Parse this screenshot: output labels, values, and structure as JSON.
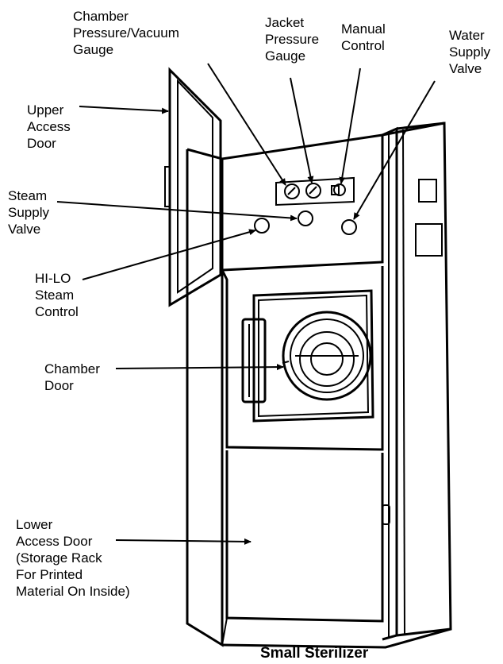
{
  "caption": "Small Sterilizer",
  "labels": {
    "chamber_gauge": [
      "Chamber",
      "Pressure/Vacuum",
      "Gauge"
    ],
    "jacket_gauge": [
      "Jacket",
      "Pressure",
      "Gauge"
    ],
    "manual_control": [
      "Manual",
      "Control"
    ],
    "water_valve": [
      "Water",
      "Supply",
      "Valve"
    ],
    "upper_door": [
      "Upper",
      "Access",
      "Door"
    ],
    "steam_valve": [
      "Steam",
      "Supply",
      "Valve"
    ],
    "hilo_control": [
      "HI-LO",
      "Steam",
      "Control"
    ],
    "chamber_door": [
      "Chamber",
      "Door"
    ],
    "lower_door": [
      "Lower",
      "Access Door",
      "(Storage Rack",
      "For Printed",
      "Material On Inside)"
    ]
  }
}
